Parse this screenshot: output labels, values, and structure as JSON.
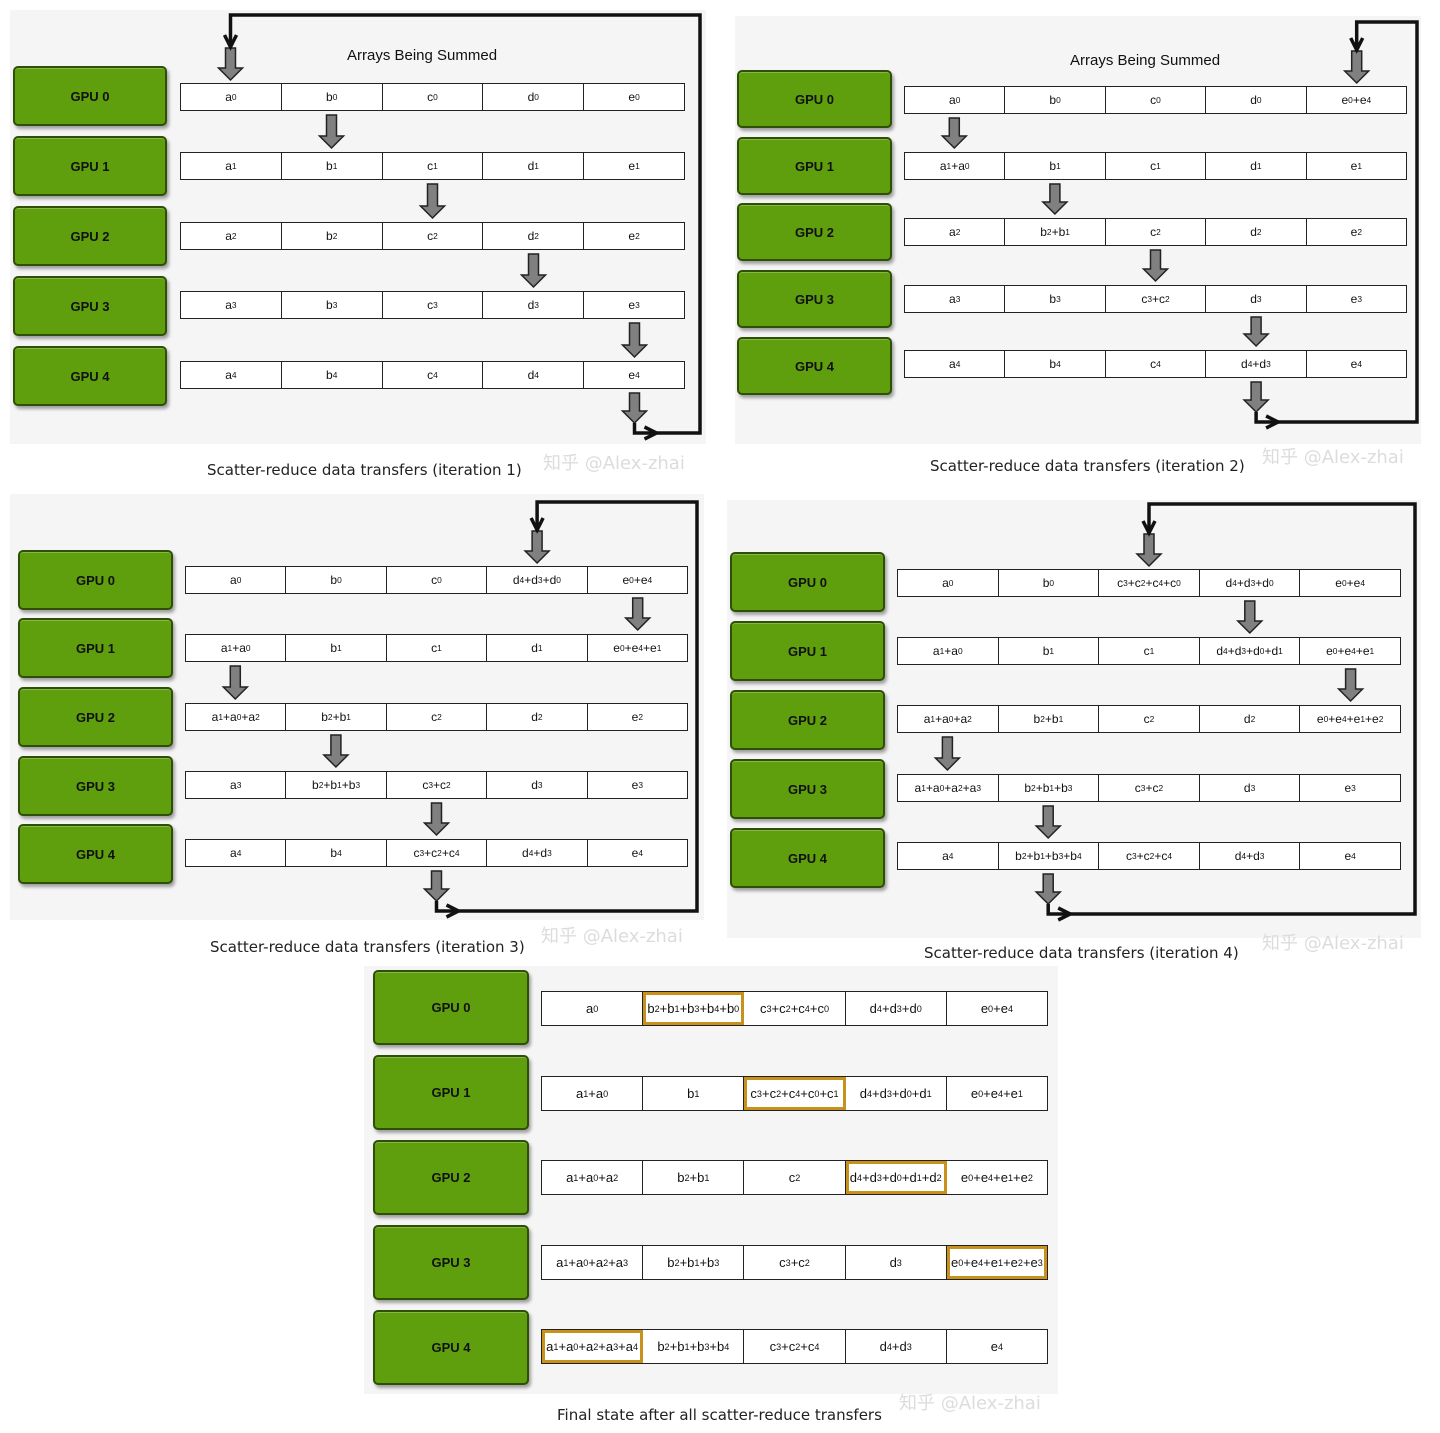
{
  "panels": [
    {
      "caption": "Scatter-reduce data transfers (iteration 1)",
      "watermark": "知乎 @Alex-zhai",
      "title": "Arrays Being Summed",
      "gpus": [
        "GPU 0",
        "GPU 1",
        "GPU 2",
        "GPU 3",
        "GPU 4"
      ],
      "rows": [
        [
          "a_0",
          "b_0",
          "c_0",
          "d_0",
          "e_0"
        ],
        [
          "a_1",
          "b_1",
          "c_1",
          "d_1",
          "e_1"
        ],
        [
          "a_2",
          "b_2",
          "c_2",
          "d_2",
          "e_2"
        ],
        [
          "a_3",
          "b_3",
          "c_3",
          "d_3",
          "e_3"
        ],
        [
          "a_4",
          "b_4",
          "c_4",
          "d_4",
          "e_4"
        ]
      ],
      "transfers": [
        [
          0,
          0
        ],
        [
          1,
          1
        ],
        [
          2,
          2
        ],
        [
          3,
          3
        ],
        [
          4,
          4
        ]
      ]
    },
    {
      "caption": "Scatter-reduce data transfers (iteration 2)",
      "watermark": "知乎 @Alex-zhai",
      "title": "Arrays Being Summed",
      "gpus": [
        "GPU 0",
        "GPU 1",
        "GPU 2",
        "GPU 3",
        "GPU 4"
      ],
      "rows": [
        [
          "a_0",
          "b_0",
          "c_0",
          "d_0",
          "e_0+e_4"
        ],
        [
          "a_1+a_0",
          "b_1",
          "c_1",
          "d_1",
          "e_1"
        ],
        [
          "a_2",
          "b_2+b_1",
          "c_2",
          "d_2",
          "e_2"
        ],
        [
          "a_3",
          "b_3",
          "c_3+c_2",
          "d_3",
          "e_3"
        ],
        [
          "a_4",
          "b_4",
          "c_4",
          "d_4+d_3",
          "e_4"
        ]
      ],
      "transfers": [
        [
          0,
          4
        ],
        [
          1,
          0
        ],
        [
          2,
          1
        ],
        [
          3,
          2
        ],
        [
          4,
          3
        ]
      ]
    },
    {
      "caption": "Scatter-reduce data transfers (iteration 3)",
      "watermark": "知乎 @Alex-zhai",
      "title": "",
      "gpus": [
        "GPU 0",
        "GPU 1",
        "GPU 2",
        "GPU 3",
        "GPU 4"
      ],
      "rows": [
        [
          "a_0",
          "b_0",
          "c_0",
          "d_4+d_3+d_0",
          "e_0+e_4"
        ],
        [
          "a_1+a_0",
          "b_1",
          "c_1",
          "d_1",
          "e_0+e_4+e_1"
        ],
        [
          "a_1+a_0+a_2",
          "b_2+b_1",
          "c_2",
          "d_2",
          "e_2"
        ],
        [
          "a_3",
          "b_2+b_1+b_3",
          "c_3+c_2",
          "d_3",
          "e_3"
        ],
        [
          "a_4",
          "b_4",
          "c_3+c_2+c_4",
          "d_4+d_3",
          "e_4"
        ]
      ],
      "transfers": [
        [
          0,
          3
        ],
        [
          1,
          4
        ],
        [
          2,
          0
        ],
        [
          3,
          1
        ],
        [
          4,
          2
        ]
      ]
    },
    {
      "caption": "Scatter-reduce data transfers (iteration 4)",
      "watermark": "知乎 @Alex-zhai",
      "title": "",
      "gpus": [
        "GPU 0",
        "GPU 1",
        "GPU 2",
        "GPU 3",
        "GPU 4"
      ],
      "rows": [
        [
          "a_0",
          "b_0",
          "c_3+c_2+c_4+c_0",
          "d_4+d_3+d_0",
          "e_0+e_4"
        ],
        [
          "a_1+a_0",
          "b_1",
          "c_1",
          "d_4+d_3+d_0+d_1",
          "e_0+e_4+e_1"
        ],
        [
          "a_1+a_0+a_2",
          "b_2+b_1",
          "c_2",
          "d_2",
          "e_0+e_4+e_1+e_2"
        ],
        [
          "a_1+a_0+a_2+a_3",
          "b_2+b_1+b_3",
          "c_3+c_2",
          "d_3",
          "e_3"
        ],
        [
          "a_4",
          "b_2+b_1+b_3+b_4",
          "c_3+c_2+c_4",
          "d_4+d_3",
          "e_4"
        ]
      ],
      "transfers": [
        [
          0,
          2
        ],
        [
          1,
          3
        ],
        [
          2,
          4
        ],
        [
          3,
          0
        ],
        [
          4,
          1
        ]
      ]
    },
    {
      "caption": "Final state after all scatter-reduce transfers",
      "watermark": "知乎 @Alex-zhai",
      "title": "",
      "gpus": [
        "GPU 0",
        "GPU 1",
        "GPU 2",
        "GPU 3",
        "GPU 4"
      ],
      "rows": [
        [
          "a_0",
          "b_2+b_1+b_3+b_4+b_0",
          "c_3+c_2+c_4+c_0",
          "d_4+d_3+d_0",
          "e_0+e_4"
        ],
        [
          "a_1+a_0",
          "b_1",
          "c_3+c_2+c_4+c_0+c_1",
          "d_4+d_3+d_0+d_1",
          "e_0+e_4+e_1"
        ],
        [
          "a_1+a_0+a_2",
          "b_2+b_1",
          "c_2",
          "d_4+d_3+d_0+d_1+d_2",
          "e_0+e_4+e_1+e_2"
        ],
        [
          "a_1+a_0+a_2+a_3",
          "b_2+b_1+b_3",
          "c_3+c_2",
          "d_3",
          "e_0+e_4+e_1+e_2+e_3"
        ],
        [
          "a_1+a_0+a_2+a_3+a_4",
          "b_2+b_1+b_3+b_4",
          "c_3+c_2+c_4",
          "d_4+d_3",
          "e_4"
        ]
      ],
      "highlights": [
        1,
        2,
        3,
        4,
        0
      ],
      "transfers": []
    }
  ],
  "colors": {
    "gpu_fill": "#5f9e0c",
    "highlight": "#c8911c",
    "arrow_fill": "#808080"
  }
}
